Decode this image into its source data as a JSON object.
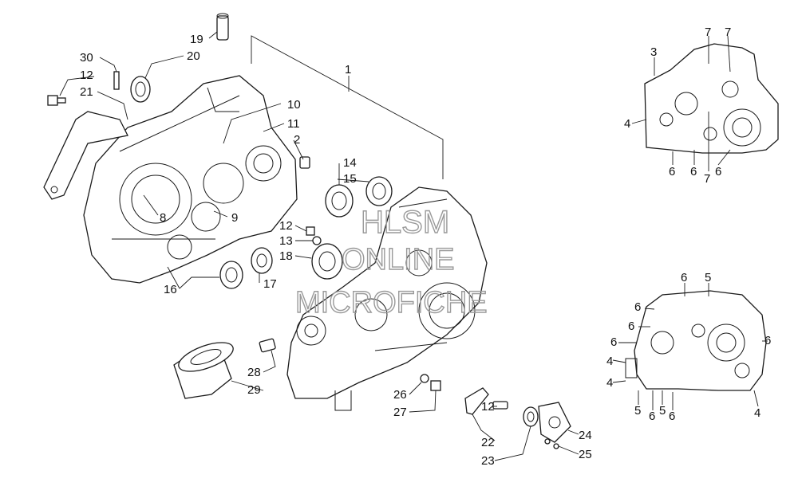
{
  "diagram": {
    "callouts": [
      "1",
      "2",
      "3",
      "4",
      "5",
      "6",
      "7",
      "8",
      "9",
      "10",
      "11",
      "12",
      "13",
      "14",
      "15",
      "16",
      "17",
      "18",
      "19",
      "20",
      "21",
      "22",
      "23",
      "24",
      "25",
      "26",
      "27",
      "28",
      "29",
      "30"
    ],
    "watermark": {
      "line1": "HLSM",
      "line2": "ONLINE",
      "line3": "MICROFICHE"
    }
  }
}
